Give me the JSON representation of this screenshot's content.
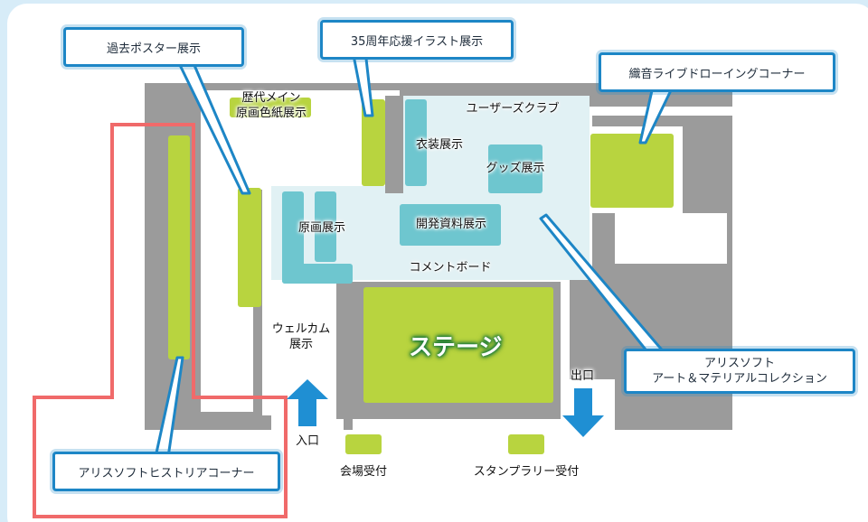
{
  "callouts": {
    "past_posters": "過去ポスター展示",
    "anniversary_illust": "35周年応援イラスト展示",
    "live_drawing": "織音ライブドローイングコーナー",
    "art_material": "アリスソフト\nアート＆マテリアルコレクション",
    "history_corner": "アリスソフトヒストリアコーナー"
  },
  "areas": {
    "colored_paper": "歴代メイン\n原画色紙展示",
    "user_club": "ユーザーズクラブ",
    "costume": "衣装展示",
    "goods": "グッズ展示",
    "original_art": "原画展示",
    "dev_materials": "開発資料展示",
    "comment_board": "コメントボード",
    "welcome": "ウェルカム\n展示",
    "stage": "ステージ",
    "reception": "会場受付",
    "stamp_rally": "スタンプラリー受付"
  },
  "markers": {
    "entrance": "入口",
    "exit": "出口"
  },
  "colors": {
    "background": "#d7ecf8",
    "wall": "#9b9b9b",
    "exhibit_green": "#b8d43f",
    "exhibit_teal": "#6ec6cf",
    "callout_border": "#1d86c6",
    "highlight_red": "#f06a6a",
    "arrow_blue": "#1f8fd3"
  }
}
